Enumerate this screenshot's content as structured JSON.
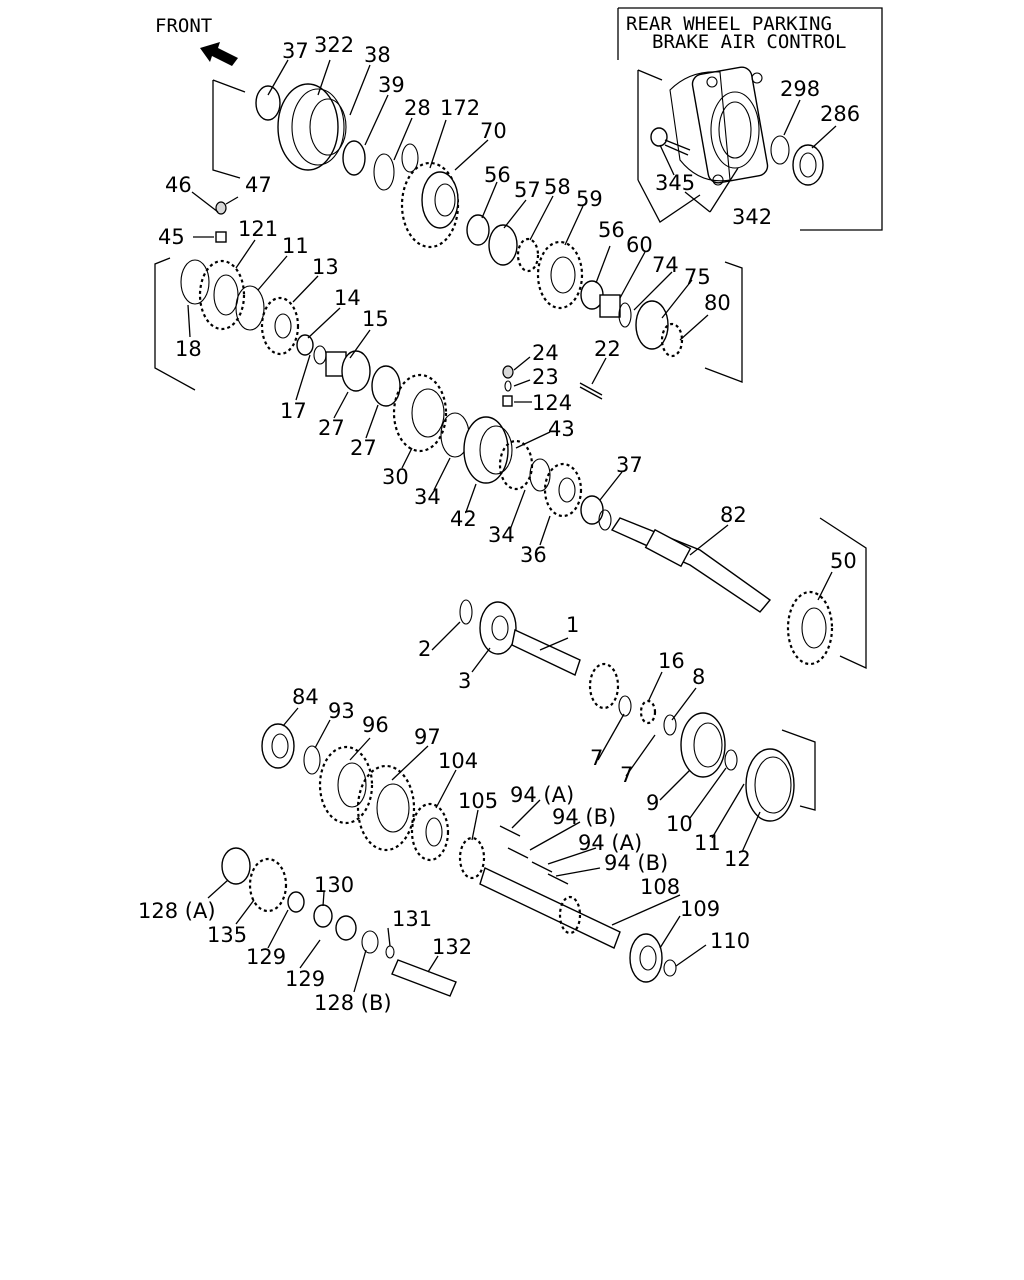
{
  "front_label": "FRONT",
  "inset": {
    "title_line1": "REAR WHEEL PARKING",
    "title_line2": "BRAKE AIR CONTROL",
    "callouts": [
      "298",
      "286",
      "345",
      "342"
    ]
  },
  "callouts": [
    "37",
    "322",
    "38",
    "39",
    "28",
    "172",
    "70",
    "46",
    "47",
    "45",
    "121",
    "11",
    "13",
    "18",
    "14",
    "15",
    "17",
    "27",
    "27",
    "56",
    "57",
    "58",
    "59",
    "56",
    "60",
    "74",
    "75",
    "80",
    "24",
    "23",
    "22",
    "124",
    "43",
    "30",
    "34",
    "42",
    "34",
    "36",
    "37",
    "82",
    "50",
    "1",
    "2",
    "3",
    "16",
    "8",
    "7",
    "7",
    "9",
    "10",
    "11",
    "12",
    "84",
    "93",
    "96",
    "97",
    "104",
    "105",
    "94 (A)",
    "94 (B)",
    "94 (A)",
    "94 (B)",
    "130",
    "128 (A)",
    "135",
    "129",
    "129",
    "131",
    "132",
    "128 (B)",
    "108",
    "109",
    "110"
  ]
}
